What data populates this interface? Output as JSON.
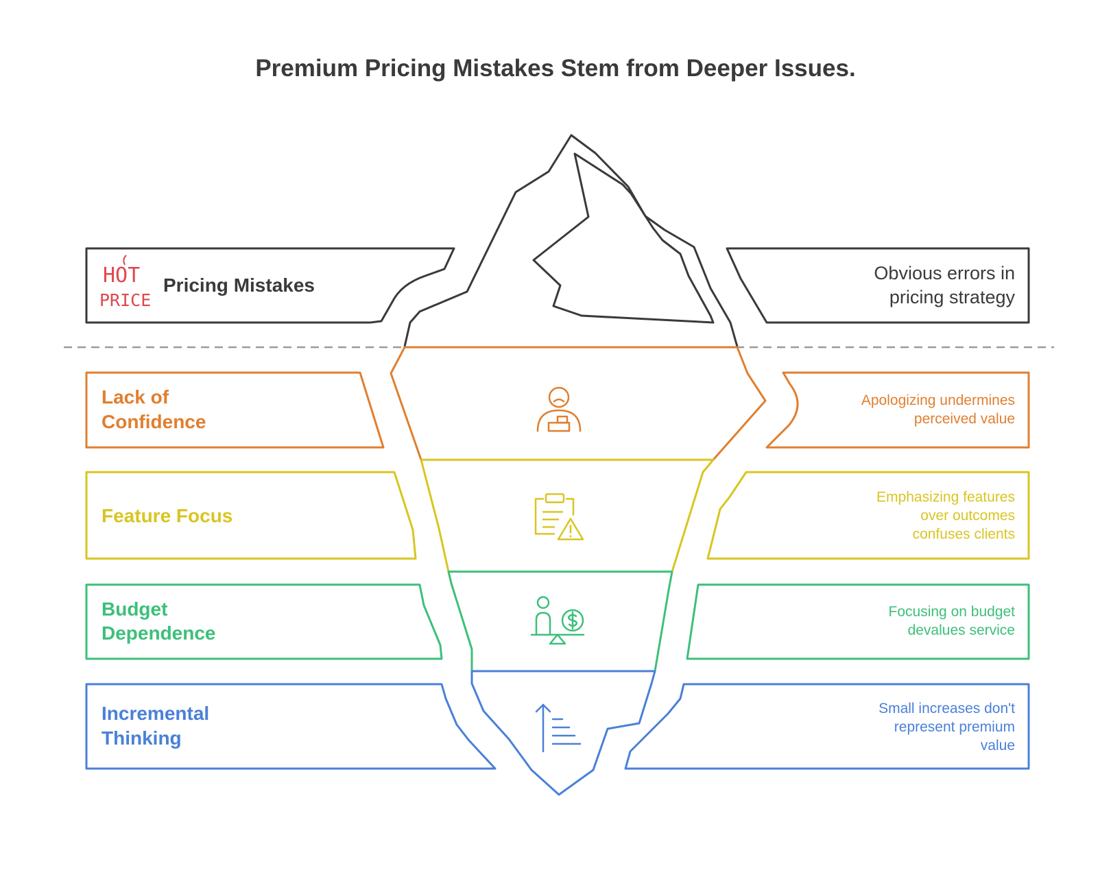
{
  "title": "Premium Pricing Mistakes Stem from Deeper Issues.",
  "colors": {
    "dark": "#3a3a3a",
    "orange": "#e07f2f",
    "yellow": "#d9c521",
    "green": "#3dbf7a",
    "blue": "#4a80d9",
    "red": "#e0474c",
    "divider": "#9a9a9a"
  },
  "top": {
    "badge_line1": "HOT",
    "badge_line2": "PRICE",
    "icon": "hot-price-icon",
    "label": "Pricing Mistakes",
    "desc_lines": [
      "Obvious errors in",
      "pricing strategy"
    ]
  },
  "layers": [
    {
      "label_lines": [
        "Lack of",
        "Confidence"
      ],
      "desc_lines": [
        "Apologizing undermines",
        "perceived value"
      ],
      "icon": "person-apologizing-icon",
      "color": "#e07f2f"
    },
    {
      "label_lines": [
        "Feature Focus"
      ],
      "desc_lines": [
        "Emphasizing features",
        "over outcomes",
        "confuses clients"
      ],
      "icon": "clipboard-warning-icon",
      "color": "#d9c521"
    },
    {
      "label_lines": [
        "Budget",
        "Dependence"
      ],
      "desc_lines": [
        "Focusing on budget",
        "devalues service"
      ],
      "icon": "person-money-balance-icon",
      "color": "#3dbf7a"
    },
    {
      "label_lines": [
        "Incremental",
        "Thinking"
      ],
      "desc_lines": [
        "Small increases don't",
        "represent premium",
        "value"
      ],
      "icon": "incremental-steps-icon",
      "color": "#4a80d9"
    }
  ]
}
